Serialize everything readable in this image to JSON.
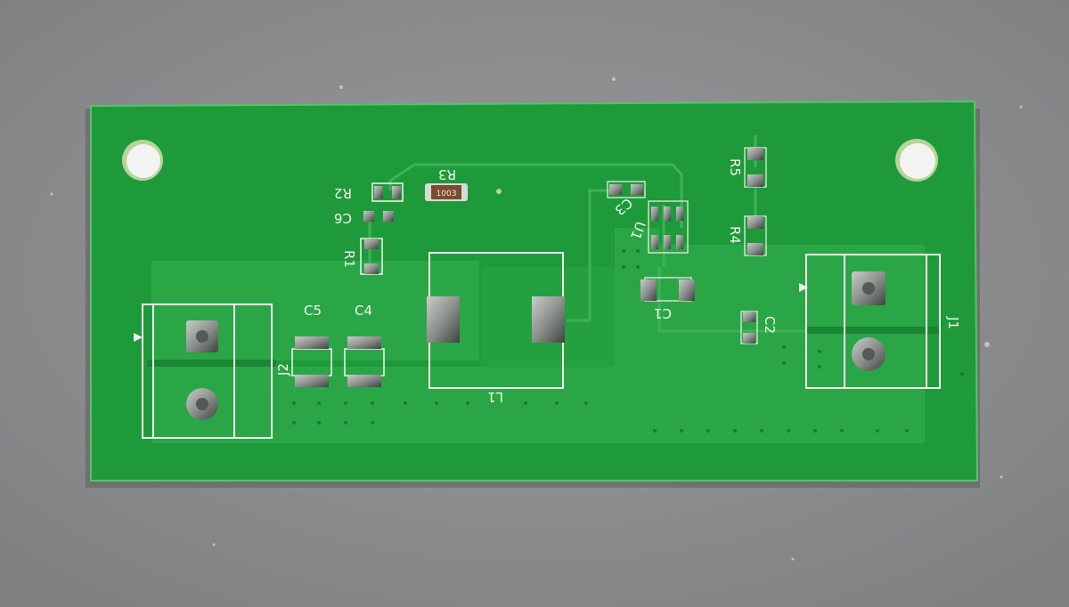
{
  "colors": {
    "background": "#8f9091",
    "board": "#1f9a3a",
    "copper_pour": "#2aa646",
    "trace": "#3db356",
    "silkscreen": "#f2f5ef",
    "pad": "#9a9e9b",
    "hole": "#f3f3f1"
  },
  "labels": {
    "r3": "R3",
    "r2": "R2",
    "c6": "C6",
    "r1": "R1",
    "c3": "C3",
    "u1": "U1",
    "r5": "R5",
    "r4": "R4",
    "c5": "C5",
    "c4": "C4",
    "l1": "L1",
    "c1": "C1",
    "c2": "C2",
    "j1": "J1",
    "j2": "J2",
    "r3_marking": "1003"
  }
}
